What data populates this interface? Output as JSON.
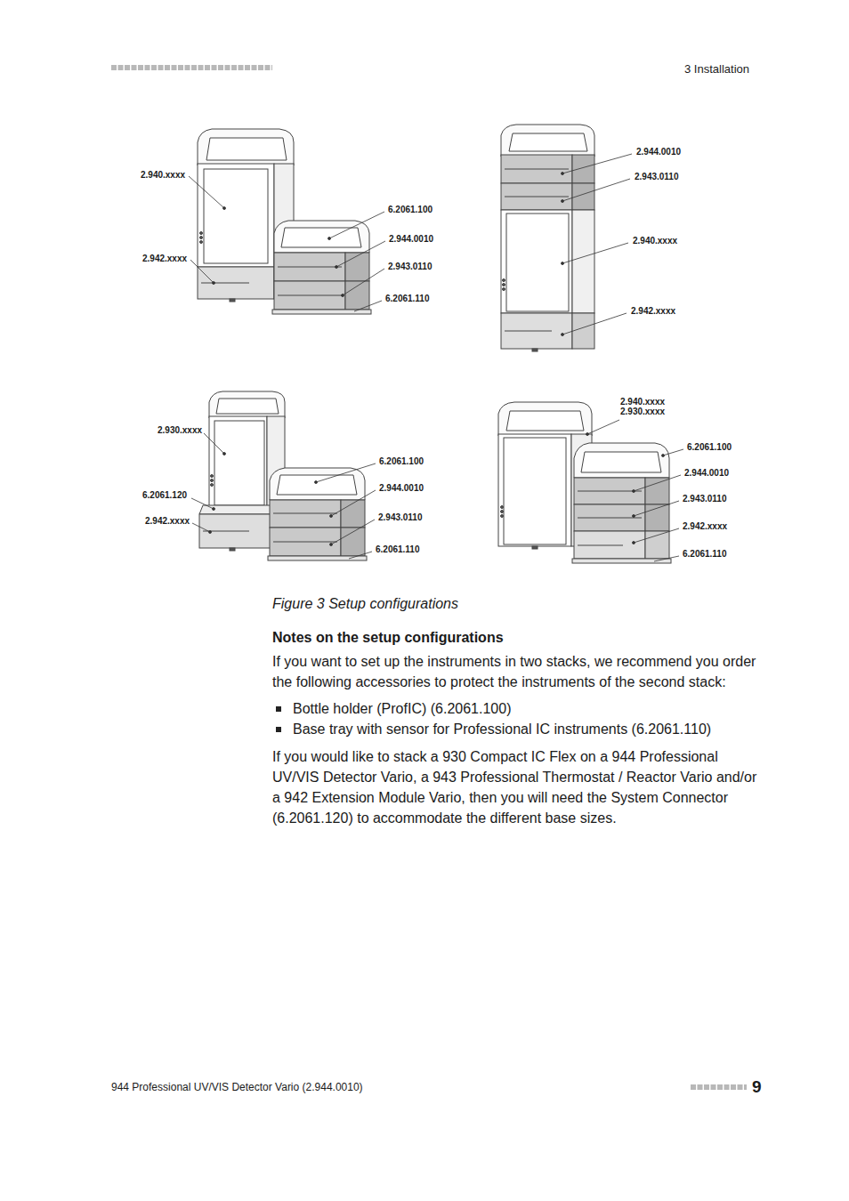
{
  "diagram": {
    "caption": "Figure 3 Setup configurations",
    "labels": [
      "3 Installation",
      "2.940.xxxx",
      "2.942.xxxx",
      "6.2061.100",
      "2.944.0010",
      "2.943.0110",
      "6.2061.110",
      "2.944.0010",
      "2.943.0110",
      "2.940.xxxx",
      "2.942.xxxx",
      "2.930.xxxx",
      "6.2061.120",
      "2.942.xxxx",
      "6.2061.100",
      "2.944.0010",
      "2.943.0110",
      "6.2061.110",
      "2.940.xxxx",
      "2.930.xxxx",
      "6.2061.100",
      "2.944.0010",
      "2.943.0110",
      "2.942.xxxx",
      "6.2061.110",
      "Notes on the setup configurations",
      "If you want to set up the instruments in two stacks, we recommend you order the following accessories to protect the instruments of the second stack:",
      "Bottle holder (ProfIC) (6.2061.100)",
      "Base tray with sensor for Professional IC instruments (6.2061.110)",
      "If you would like to stack a 930 Compact IC Flex on a 944 Professional UV/VIS Detector Vario, a 943 Professional Thermostat / Reactor Vario and/or a 942 Extension Module Vario, then you will need the System Connector (6.2061.120) to accommodate the different base sizes.",
      "944 Professional UV/VIS Detector Vario (2.944.0010)",
      "9"
    ]
  }
}
